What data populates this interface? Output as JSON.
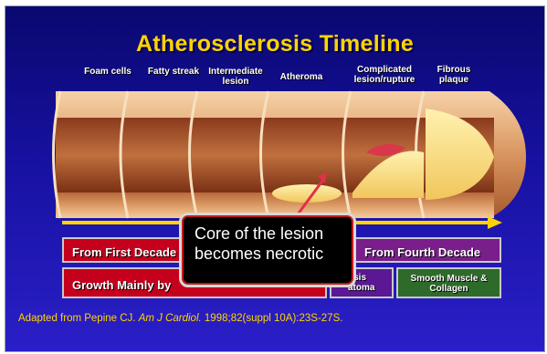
{
  "title": "Atherosclerosis Timeline",
  "stages": [
    "Foam cells",
    "Fatty streak",
    "Intermediate lesion",
    "Atheroma",
    "Complicated lesion/rupture",
    "Fibrous plaque"
  ],
  "bars": {
    "first_decade": "From First Decade",
    "growth": "Growth Mainly by",
    "fourth_decade": "From Fourth Decade",
    "thrombosis": "osis atoma",
    "smooth_muscle": "Smooth Muscle & Collagen"
  },
  "callout": "Core of the lesion becomes necrotic",
  "citation": {
    "prefix": "Adapted from Pepine CJ. ",
    "journal": "Am J Cardiol.",
    "suffix": " 1998;82(suppl 10A):23S-27S."
  },
  "colors": {
    "title": "#ffd400",
    "bar_red": "#c5001c",
    "bar_purple": "#7a1e8c",
    "bar_green": "#2e6a2a",
    "arrow": "#ffd400"
  }
}
